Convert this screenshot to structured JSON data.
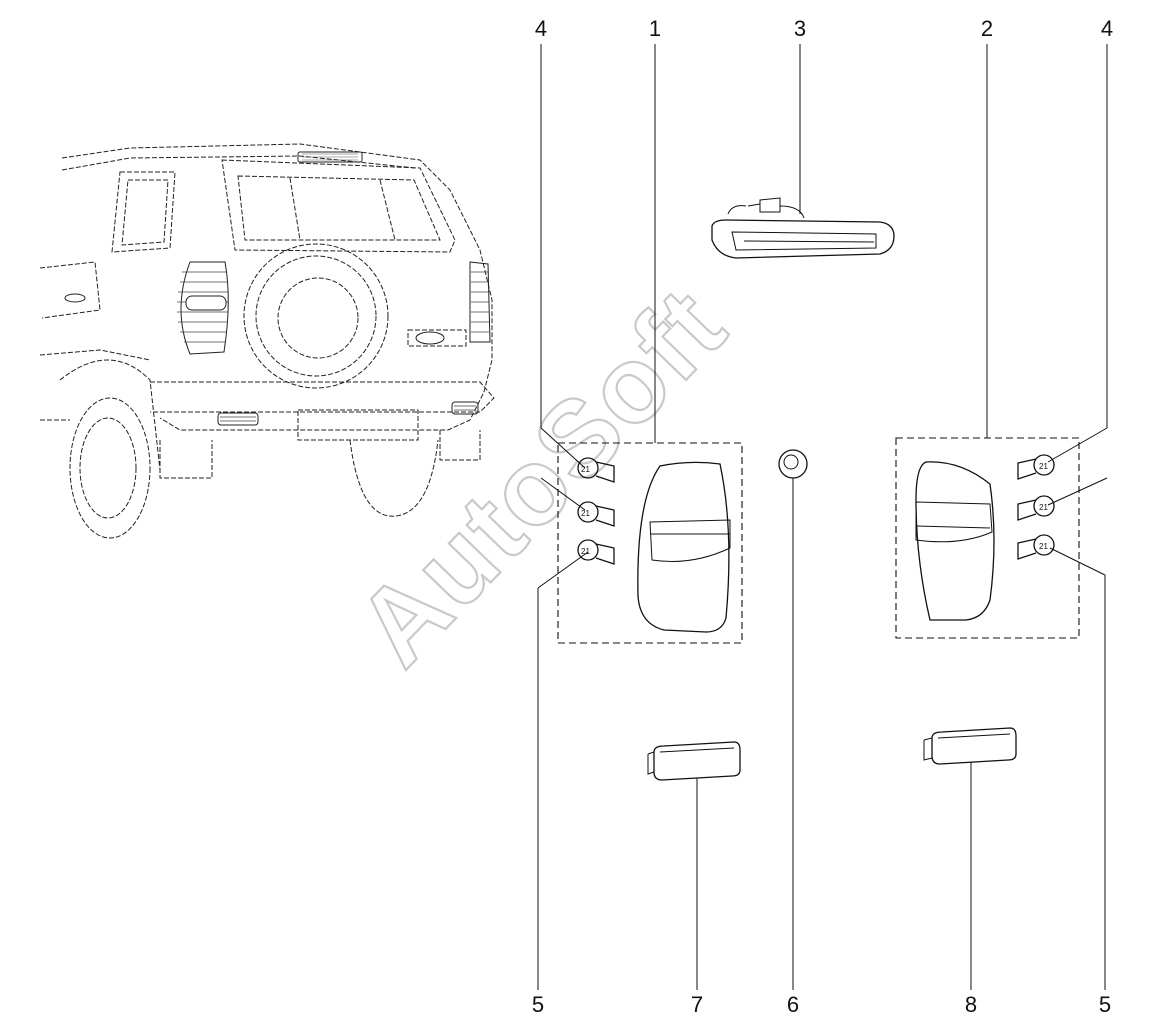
{
  "watermark": "AutoSoft",
  "callouts": {
    "n1": "1",
    "n2": "2",
    "n3": "3",
    "n4_left": "4",
    "n4_right": "4",
    "n5_left": "5",
    "n5_right": "5",
    "n6": "6",
    "n7": "7",
    "n8": "8"
  },
  "bulb_marks": {
    "left_1": "21",
    "left_2": "21",
    "left_3": "21",
    "right_1": "21",
    "right_2": "21",
    "right_3": "21"
  }
}
